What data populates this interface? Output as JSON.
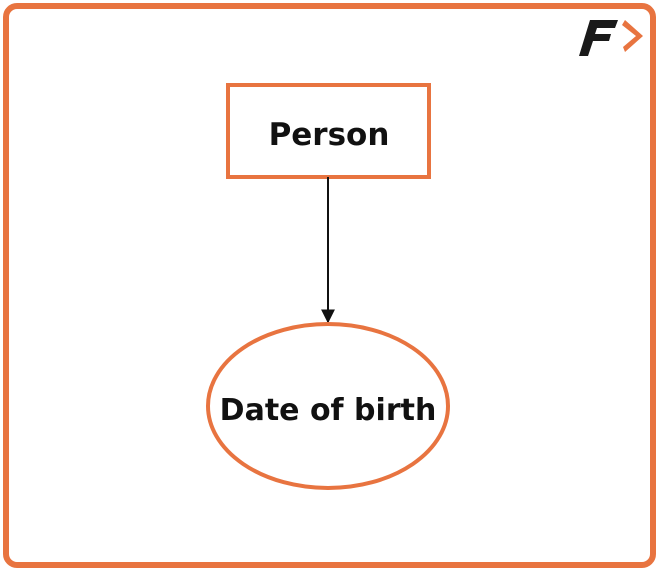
{
  "colors": {
    "accent": "#E87440",
    "text": "#111111",
    "logo_dark": "#1a1a1a",
    "arrow": "#111111"
  },
  "logo": {
    "icon": "brand-f-arrow-icon",
    "letter": "F"
  },
  "diagram": {
    "entity": {
      "label": "Person",
      "shape": "rectangle"
    },
    "attribute": {
      "label": "Date of birth",
      "shape": "ellipse"
    },
    "connector": {
      "from": "entity",
      "to": "attribute",
      "style": "arrow"
    }
  }
}
